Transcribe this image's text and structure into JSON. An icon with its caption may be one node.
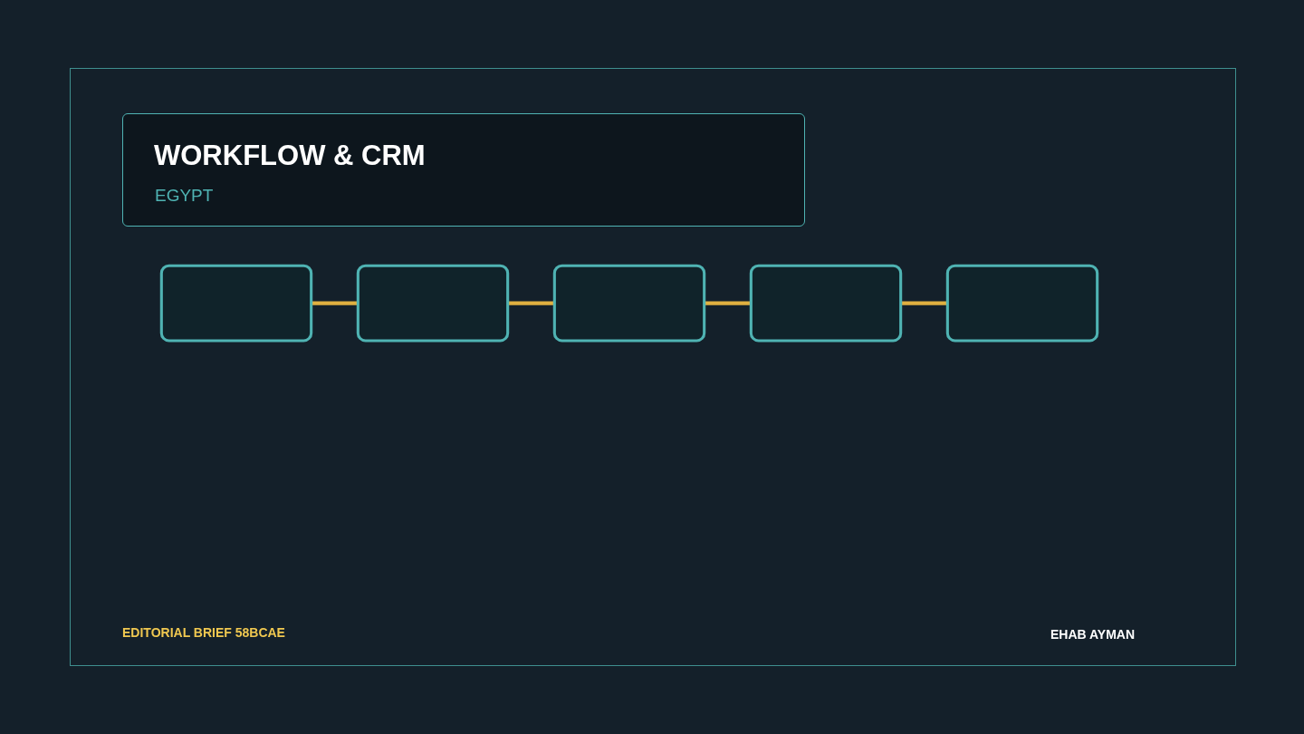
{
  "diagram": {
    "title": "WORKFLOW & CRM",
    "nodes": [
      {
        "text": [],
        "shape": "box"
      },
      {
        "text": [],
        "shape": "box"
      },
      {
        "text": [],
        "shape": "box"
      },
      {
        "text": [],
        "shape": "box"
      },
      {
        "text": [],
        "shape": "box"
      }
    ],
    "edges": [
      {
        "from": 0,
        "to": 1,
        "arrow": "none"
      },
      {
        "from": 1,
        "to": 2,
        "arrow": "none"
      },
      {
        "from": 2,
        "to": 3,
        "arrow": "none"
      },
      {
        "from": 3,
        "to": 4,
        "arrow": "none"
      }
    ],
    "labels": [
      "EGYPT",
      "EDITORIAL BRIEF 58BCAE",
      "EHAB AYMAN"
    ]
  }
}
